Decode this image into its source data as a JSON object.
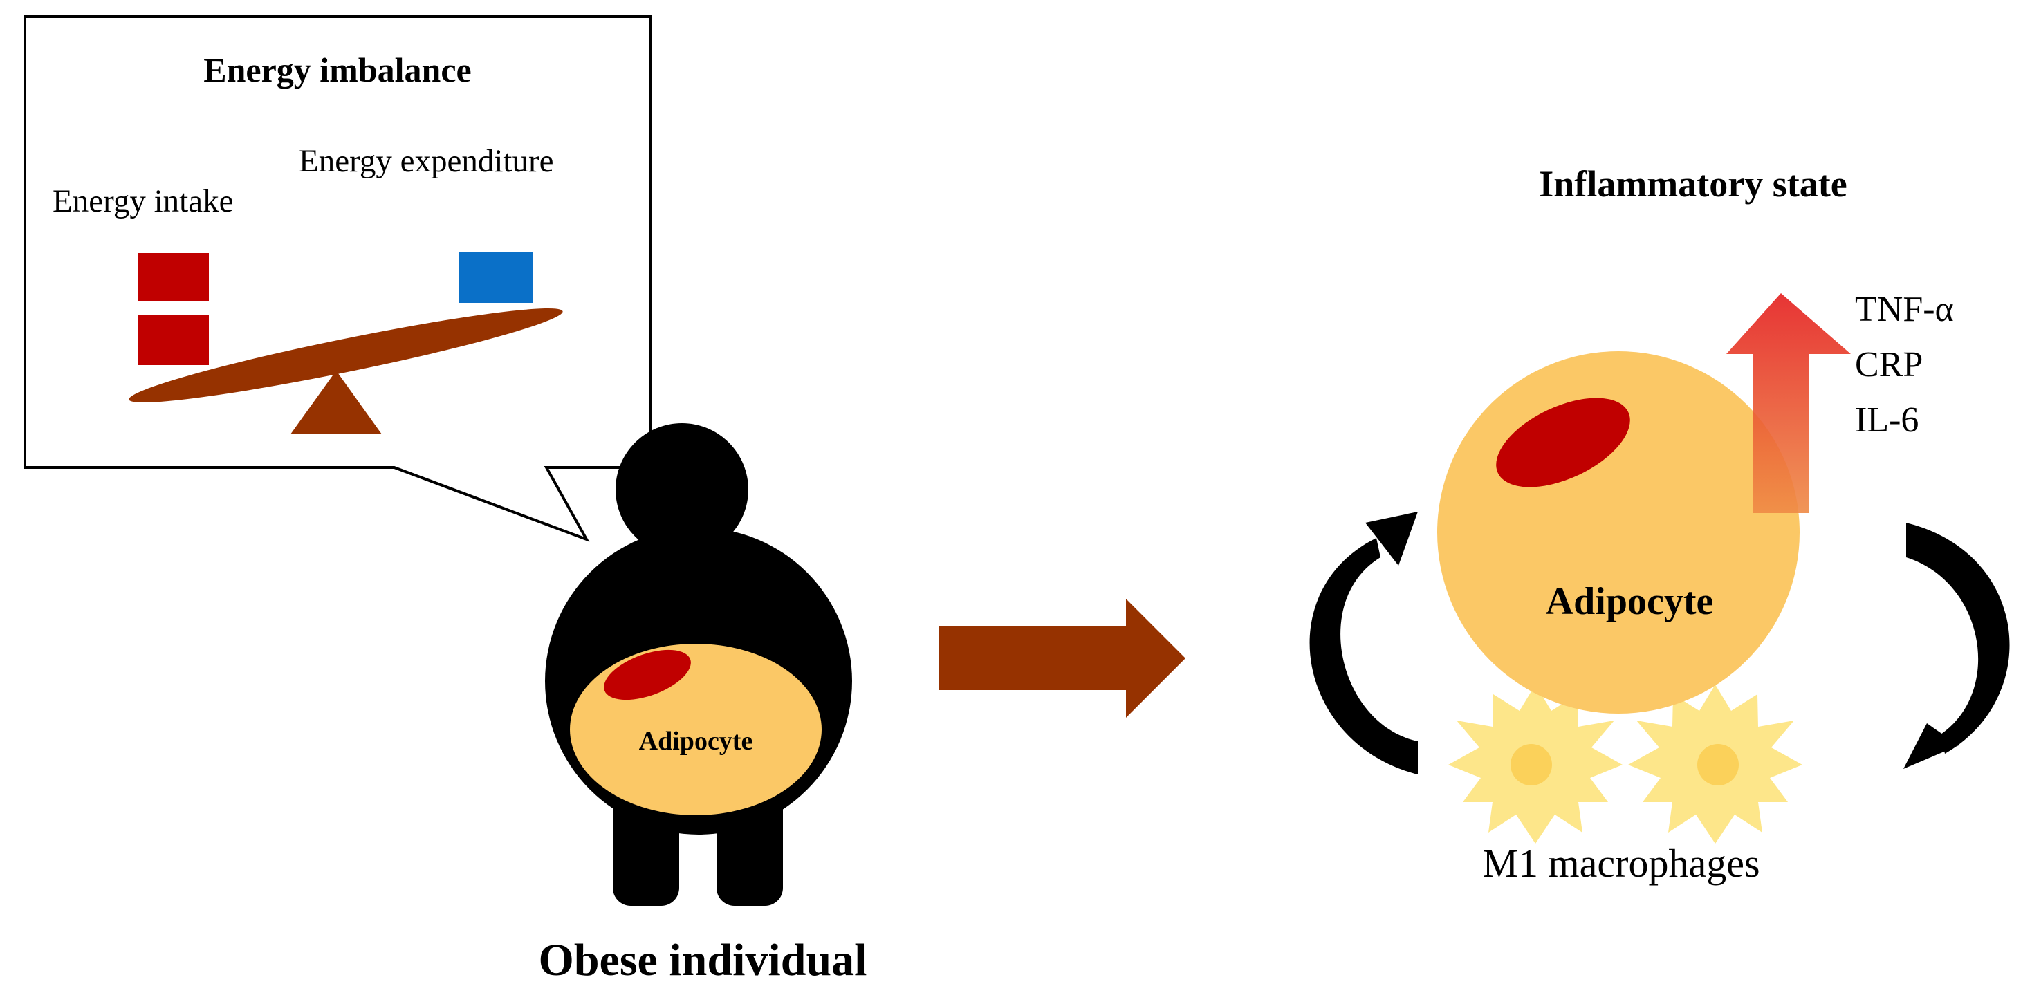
{
  "speech_bubble": {
    "title": "Energy imbalance",
    "intake_label": "Energy intake",
    "expenditure_label": "Energy expenditure"
  },
  "person": {
    "adipocyte_label": "Adipocyte",
    "caption": "Obese individual"
  },
  "inflammation": {
    "title": "Inflammatory state",
    "adipocyte_label": "Adipocyte",
    "macrophage_label": "M1 macrophages",
    "cytokines": [
      "TNF-α",
      "CRP",
      "IL-6"
    ]
  },
  "colors": {
    "intake_block": "#c00000",
    "expenditure_block": "#0a70c8",
    "seesaw": "#963200",
    "adipocyte": "#fbc866",
    "nucleus": "#c00000",
    "macrophage": "#fde68a",
    "cycle_arrow": "#000000",
    "up_arrow_top": "#e02020",
    "up_arrow_bottom": "#ef8a45"
  }
}
